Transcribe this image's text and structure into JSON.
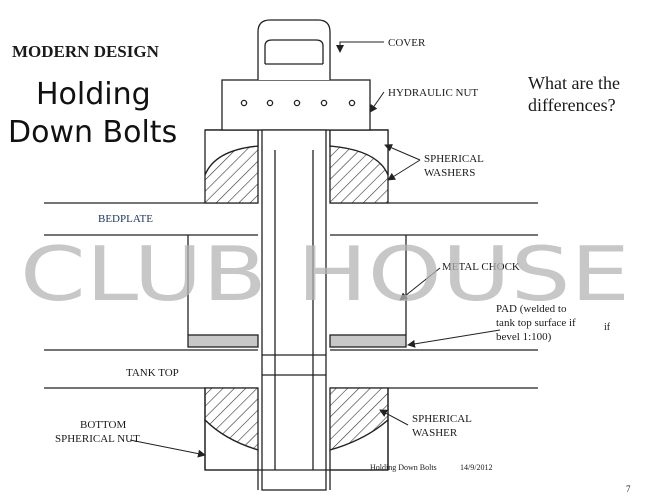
{
  "header": {
    "design_label": "MODERN DESIGN",
    "title_line1": "Holding",
    "title_line2": "Down Bolts",
    "question_line1": "What are the",
    "question_line2": "differences?"
  },
  "watermark": {
    "text": "CLUB HOUSE",
    "color": "#b4b4b4"
  },
  "labels": {
    "cover": "COVER",
    "hydraulic_nut": "HYDRAULIC NUT",
    "spherical_washers_1": "SPHERICAL",
    "spherical_washers_2": "WASHERS",
    "bedplate": "BEDPLATE",
    "metal_chock": "METAL CHOCK",
    "pad_1": "PAD (welded to",
    "pad_2": "tank top surface if",
    "pad_3": "bevel 1:100)",
    "pad_stray": "if",
    "tank_top": "TANK TOP",
    "bottom_nut_1": "BOTTOM",
    "bottom_nut_2": "SPHERICAL NUT",
    "spherical_washer_1": "SPHERICAL",
    "spherical_washer_2": "WASHER"
  },
  "footer": {
    "caption": "Holding Down Bolts",
    "date": "14/9/2012",
    "page_number": "7"
  },
  "colors": {
    "line": "#222222",
    "label_accent": "#1f3864",
    "pad_fill": "#c8c8c8"
  }
}
